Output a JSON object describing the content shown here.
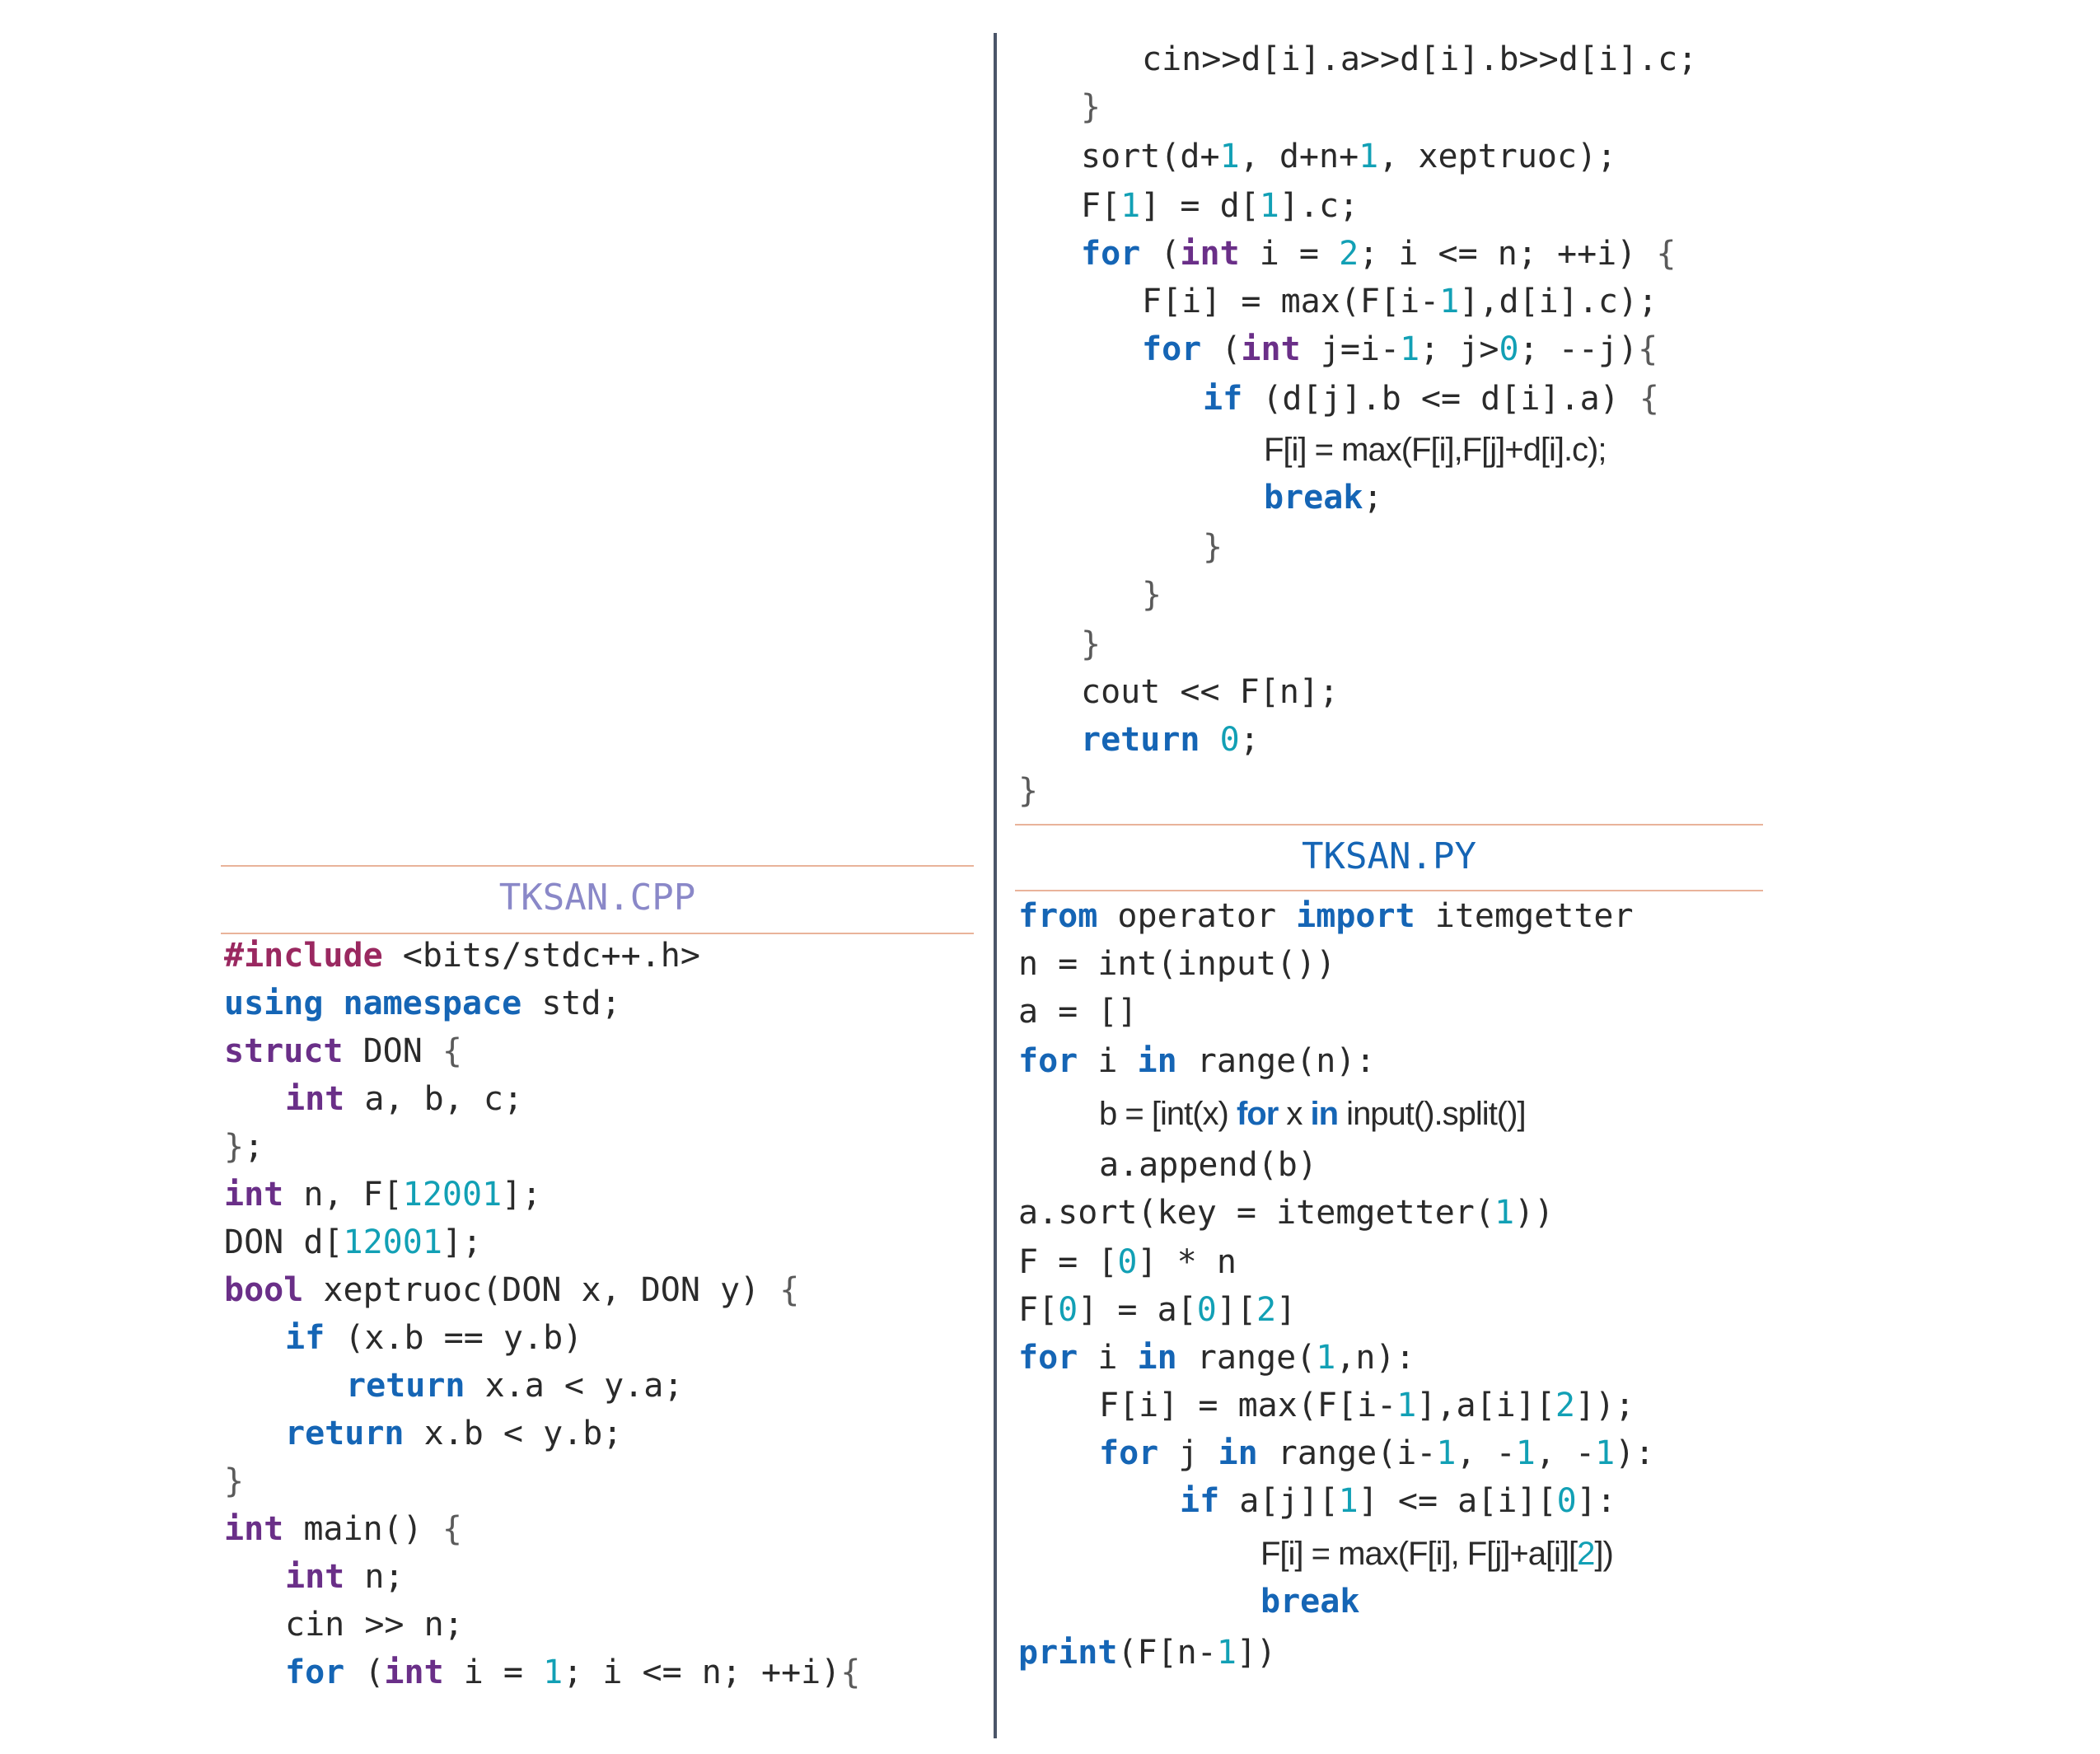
{
  "cpp": {
    "title": "TKSAN.CPP",
    "lines": [
      "#include <bits/stdc++.h>",
      "using namespace std;",
      "struct DON {",
      "int a, b, c;",
      "};",
      "int n, F[12001];",
      "DON d[12001];",
      "bool xeptruoc(DON x, DON y) {",
      "if (x.b == y.b)",
      "return x.a < y.a;",
      "return x.b < y.b;",
      "}",
      "int main() {",
      "int n;",
      "cin >> n;",
      "for (int i = 1; i <= n; ++i){",
      "cin>>d[i].a>>d[i].b>>d[i].c;",
      "}",
      "sort(d+1, d+n+1, xeptruoc);",
      "F[1] = d[1].c;",
      "for (int i = 2; i <= n; ++i) {",
      "F[i] = max(F[i-1],d[i].c);",
      "for (int j=i-1; j>0; --j){",
      "if (d[j].b <= d[i].a) {",
      "F[i] = max(F[i],F[j]+d[i].c);",
      "break;",
      "}",
      "}",
      "}",
      "cout << F[n];",
      "return 0;",
      "}"
    ]
  },
  "py": {
    "title": "TKSAN.PY",
    "lines": [
      "from operator import itemgetter",
      "n = int(input())",
      "a = []",
      "for i in range(n):",
      "b = [int(x) for x in input().split()]",
      "a.append(b)",
      "a.sort(key = itemgetter(1))",
      "F = [0] * n",
      "F[0] = a[0][2]",
      "for i in range(1,n):",
      "F[i] = max(F[i-1],a[i][2]);",
      "for j in range(i-1, -1, -1):",
      "if a[j][1] <= a[i][0]:",
      "F[i] = max(F[i], F[j]+a[i][2])",
      "break",
      "print(F[n-1])"
    ]
  },
  "colors": {
    "keyword": "#1565b5",
    "type": "#6a2f88",
    "number": "#12a0b5",
    "preprocessor": "#9a2860",
    "rule": "#e9b39a",
    "divider": "#4b5568",
    "cpp_title": "#8a88c8",
    "py_title": "#1565b5"
  }
}
